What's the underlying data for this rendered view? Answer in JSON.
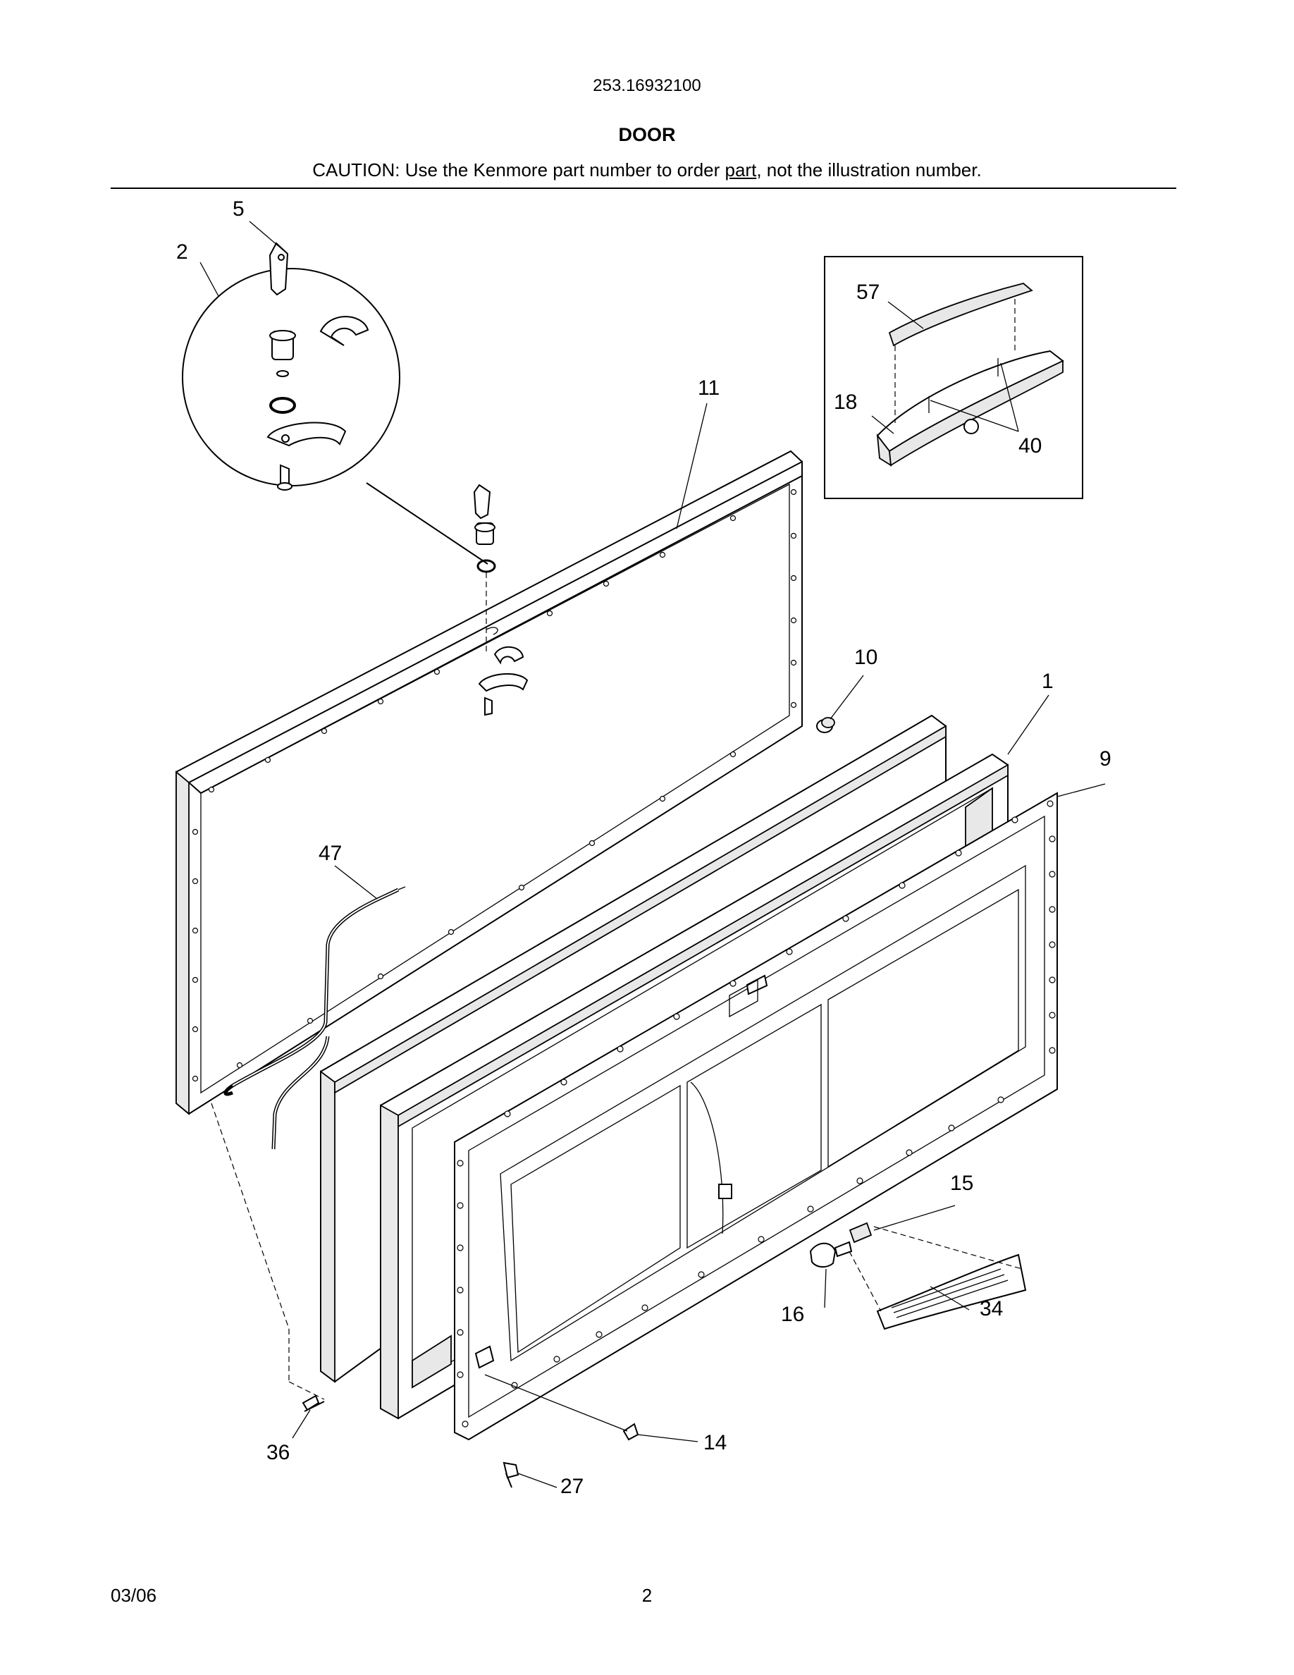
{
  "header": {
    "model_number": "253.16932100",
    "section_title": "DOOR",
    "caution_before": "CAUTION: Use the Kenmore part number to order ",
    "caution_underlined": "part",
    "caution_after": ", not the illustration number."
  },
  "footer": {
    "date_code": "03/06",
    "page_number": "2"
  },
  "callouts": {
    "c1": "1",
    "c2": "2",
    "c5": "5",
    "c9": "9",
    "c10": "10",
    "c11": "11",
    "c14": "14",
    "c15": "15",
    "c16": "16",
    "c18": "18",
    "c27": "27",
    "c34": "34",
    "c36": "36",
    "c40": "40",
    "c47": "47",
    "c57": "57"
  }
}
